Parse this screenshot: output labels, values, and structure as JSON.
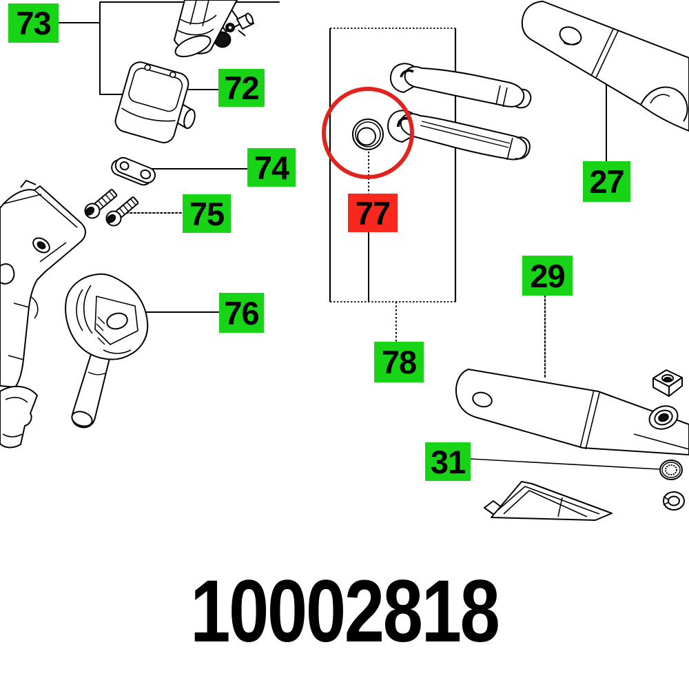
{
  "document": {
    "type": "exploded-parts-diagram",
    "part_number": "10002818"
  },
  "colors": {
    "label_green": "#17d417",
    "label_red": "#f8281e",
    "line_black": "#000000",
    "highlight_circle": "#e0231c",
    "background": "#ffffff"
  },
  "selection": {
    "highlighted_label": "77"
  },
  "labels": {
    "73": {
      "text": "73",
      "style": "green"
    },
    "72": {
      "text": "72",
      "style": "green"
    },
    "74": {
      "text": "74",
      "style": "green"
    },
    "75": {
      "text": "75",
      "style": "green"
    },
    "76": {
      "text": "76",
      "style": "green"
    },
    "77": {
      "text": "77",
      "style": "red"
    },
    "78": {
      "text": "78",
      "style": "green"
    },
    "27": {
      "text": "27",
      "style": "green"
    },
    "29": {
      "text": "29",
      "style": "green"
    },
    "31": {
      "text": "31",
      "style": "green"
    }
  }
}
